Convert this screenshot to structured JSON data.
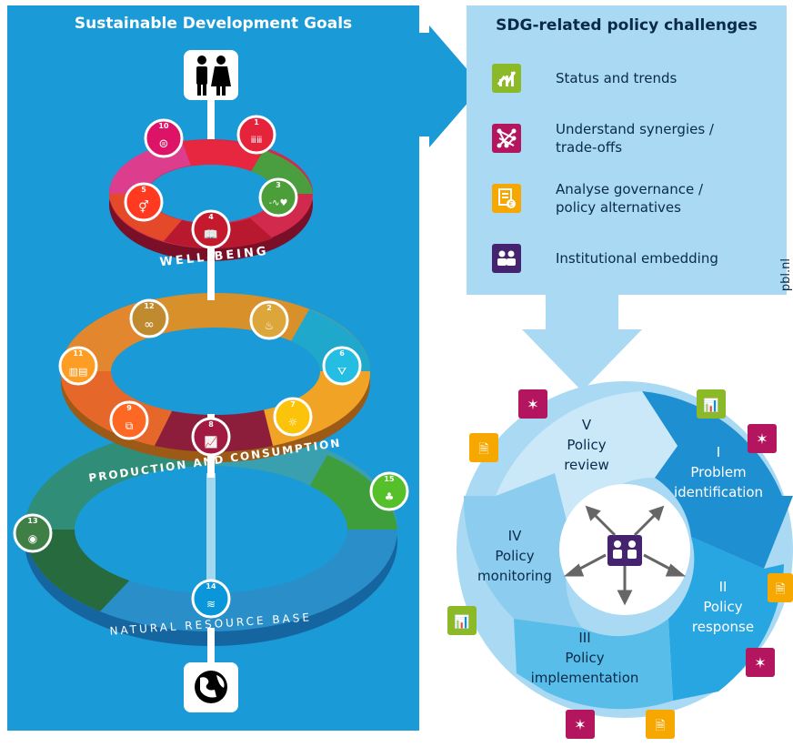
{
  "left": {
    "title": "Sustainable Development Goals",
    "rings": {
      "wellbeing": "WELL-BEING",
      "production": "PRODUCTION AND CONSUMPTION",
      "natural": "NATURAL RESOURCE BASE"
    },
    "goals": {
      "g1": "1",
      "g2": "2",
      "g3": "3",
      "g4": "4",
      "g5": "5",
      "g6": "6",
      "g7": "7",
      "g8": "8",
      "g9": "9",
      "g10": "10",
      "g11": "11",
      "g12": "12",
      "g13": "13",
      "g14": "14",
      "g15": "15"
    }
  },
  "right": {
    "title": "SDG-related policy challenges",
    "legend": [
      {
        "label": "Status and trends",
        "color": "#8cb928",
        "icon": "chart-icon"
      },
      {
        "label": "Understand synergies / trade-offs",
        "color": "#b3155e",
        "icon": "network-icon"
      },
      {
        "label": "Analyse governance / policy alternatives",
        "color": "#f6a800",
        "icon": "document-euro-icon"
      },
      {
        "label": "Institutional embedding",
        "color": "#46236e",
        "icon": "people-icon"
      }
    ],
    "credit": "pbl.nl"
  },
  "cycle": {
    "stage1": {
      "num": "I",
      "label1": "Problem",
      "label2": "identification"
    },
    "stage2": {
      "num": "II",
      "label1": "Policy",
      "label2": "response"
    },
    "stage3": {
      "num": "III",
      "label1": "Policy",
      "label2": "implementation"
    },
    "stage4": {
      "num": "IV",
      "label1": "Policy",
      "label2": "monitoring"
    },
    "stage5": {
      "num": "V",
      "label1": "Policy",
      "label2": "review"
    }
  },
  "colors": {
    "blue": "#1a9ad6",
    "lightblue": "#a9d9f3",
    "green": "#8cb928",
    "magenta": "#b3155e",
    "orange": "#f6a800",
    "purple": "#46236e"
  }
}
